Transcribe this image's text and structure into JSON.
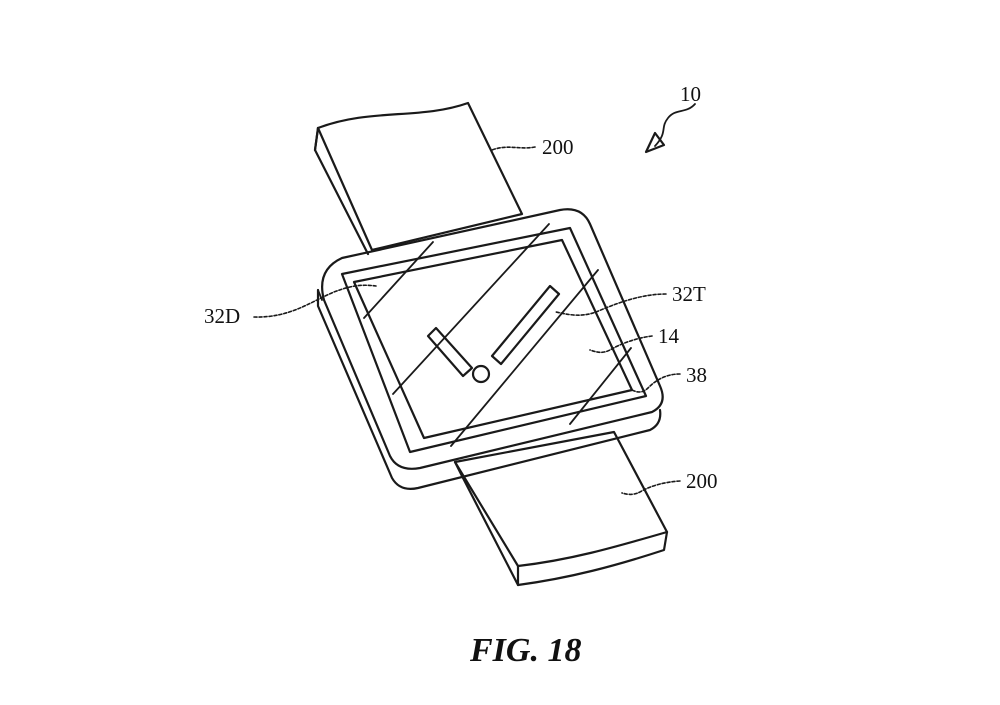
{
  "figure": {
    "caption": "FIG. 18",
    "labels": {
      "device": "10",
      "band_top": "200",
      "band_bottom": "200",
      "display": "32D",
      "touch_sensor": "32T",
      "display_cover": "14",
      "housing": "38"
    }
  }
}
